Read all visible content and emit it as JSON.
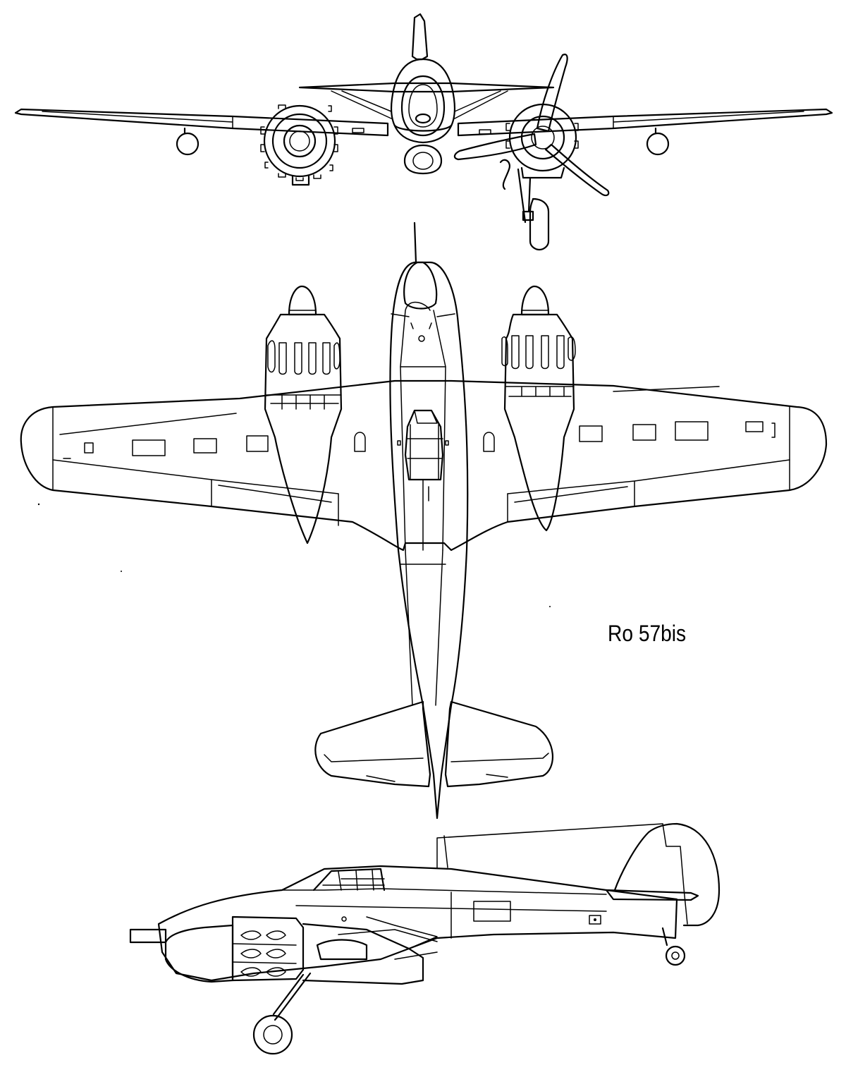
{
  "caption": {
    "designation": "Ro 57bis"
  },
  "views": [
    {
      "view": "front",
      "icon": "front-view-aircraft"
    },
    {
      "view": "plan",
      "icon": "plan-view-aircraft"
    },
    {
      "view": "side",
      "icon": "side-view-aircraft"
    }
  ]
}
